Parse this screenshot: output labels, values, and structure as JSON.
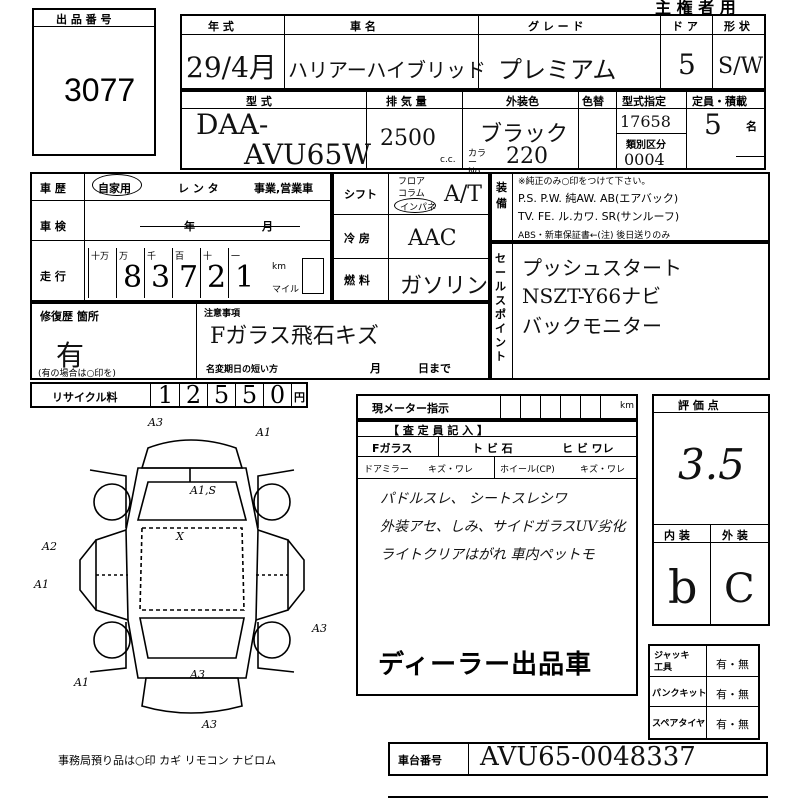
{
  "header": {
    "top_text": "主 権 者 用",
    "lot_label": "出 品 番 号",
    "lot_number": "3077"
  },
  "row1": {
    "year_label": "年 式",
    "name_label": "車 名",
    "grade_label": "グ レ ー ド",
    "door_label": "ド ア",
    "shape_label": "形 状",
    "year_value": "29/4月",
    "name_value": "ハリアーハイブリッド",
    "grade_value": "プレミアム",
    "door_value": "5",
    "shape_value": "S/W"
  },
  "row2": {
    "model_label": "型 式",
    "disp_label": "排 気 量",
    "color_label": "外装色",
    "color_chg_label": "色替",
    "model_spec_label": "型式指定",
    "capacity_label": "定員・積載",
    "category_label": "類別区分",
    "cc_label": "c.c.",
    "color_no_label": "カラー No.",
    "model_value_line1": "DAA-",
    "model_value_line2": "AVU65W",
    "disp_value": "2500",
    "color_value": "ブラック",
    "color_no_value": "220",
    "model_spec_value": "17658",
    "category_value": "0004",
    "capacity_value": "5",
    "capacity_unit": "名"
  },
  "history": {
    "reg_label": "車 歴",
    "reg_options": [
      "自家用",
      "レ ン タ",
      "事業,営業車"
    ],
    "inspect_label": "車 検",
    "inspect_year": "年",
    "inspect_month": "月",
    "mileage_label": "走 行",
    "mileage_units": [
      "十万",
      "万",
      "千",
      "百",
      "十",
      "一"
    ],
    "mileage_digits": [
      "",
      "8",
      "3",
      "7",
      "2",
      "1"
    ],
    "km_label": "km",
    "mile_label": "マイル"
  },
  "shift": {
    "shift_label": "シフト",
    "shift_opts": [
      "フロア",
      "コラム",
      "インパネ"
    ],
    "shift_value": "A/T",
    "ac_label": "冷 房",
    "ac_value": "AAC",
    "fuel_label": "燃 料",
    "fuel_value": "ガソリン"
  },
  "equipment": {
    "label": "装備",
    "note": "※純正のみ○印をつけて下さい。",
    "line1": "P.S. P.W. 純AW. AB(エアバック)",
    "line2": "TV. FE. ル.カワ. SR(サンルーフ)",
    "line3": "ABS・新車保証書←(注) 後日送りのみ"
  },
  "sales_point": {
    "label": "セールスポイント",
    "line1": "プッシュスタート",
    "line2": "NSZT-Y66ナビ",
    "line3": "バックモニター"
  },
  "repair": {
    "label": "修復歴 箇所",
    "value": "有",
    "note": "(有の場合は○印を)",
    "caution_label": "注意事項",
    "caution_value": "Fガラス飛石キズ",
    "name_change_label": "名変期日の短い方",
    "month_label": "月",
    "day_label": "日まで"
  },
  "recycle": {
    "label": "リサイクル料",
    "digits": [
      "1",
      "2",
      "5",
      "5",
      "0"
    ],
    "unit": "円"
  },
  "meter": {
    "label": "現メーター指示",
    "unit": "km"
  },
  "inspector": {
    "title": "【 査 定 員 記 入 】",
    "fglass_label": "Fガラス",
    "fglass_opts": "ト ビ 石",
    "fglass_opts2": "ヒ ビ ワレ",
    "mirror_label": "ドアミラー",
    "mirror_opts": "キズ・ワレ",
    "wheel_label": "ホイール(CP)",
    "wheel_opts": "キズ・ワレ",
    "note1": "パドルスレ、 シートスレシワ",
    "note2": "外装アセ、しみ、サイドガラスUV劣化",
    "note3": "ライトクリアはがれ 車内ペットモ",
    "stamp": "ディーラー出品車"
  },
  "rating": {
    "label": "評 価 点",
    "score": "3.5",
    "interior_label": "内 装",
    "exterior_label": "外 装",
    "interior_value": "b",
    "exterior_value": "C"
  },
  "accessories": {
    "jack_label": "ジャッキ 工具",
    "puncture_label": "パンクキット",
    "spare_label": "スペアタイヤ",
    "opts": "有・無"
  },
  "chassis": {
    "label": "車台番号",
    "value": "AVU65-0048337"
  },
  "diagram": {
    "footer": "事務局預り品は○印  カギ リモコン ナビロム",
    "marks": [
      "A3",
      "A1",
      "A1,S",
      "X",
      "A2",
      "A1",
      "A3",
      "A1",
      "A3",
      "A3"
    ]
  },
  "colors": {
    "ink": "#000000",
    "paper": "#ffffff"
  }
}
